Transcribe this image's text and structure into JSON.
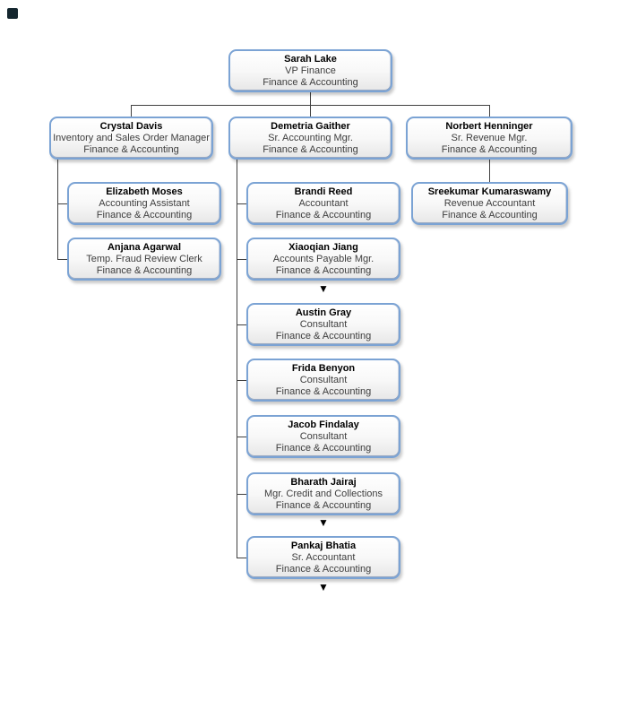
{
  "icons": {
    "collapsed_indicator": "▼",
    "corner_mark": "app-corner-mark"
  },
  "colors": {
    "background": "#ffffff",
    "node_border": "#7ba3d4",
    "node_fill_top": "#ffffff",
    "node_fill_bottom": "#e7e7e7",
    "connector_line": "#404040",
    "collapse_indicator": "#000000",
    "name_text": "#000000",
    "subtitle_text": "#3d3d3d",
    "corner_mark": "#14262e"
  },
  "nodes": {
    "sarah": {
      "name": "Sarah Lake",
      "title": "VP Finance",
      "department": "Finance & Accounting"
    },
    "crystal": {
      "name": "Crystal Davis",
      "title": "Inventory and Sales Order Manager",
      "department": "Finance & Accounting"
    },
    "demetria": {
      "name": "Demetria Gaither",
      "title": "Sr. Accounting Mgr.",
      "department": "Finance & Accounting"
    },
    "norbert": {
      "name": "Norbert Henninger",
      "title": "Sr. Revenue Mgr.",
      "department": "Finance & Accounting"
    },
    "elizabeth": {
      "name": "Elizabeth Moses",
      "title": "Accounting Assistant",
      "department": "Finance & Accounting"
    },
    "anjana": {
      "name": "Anjana Agarwal",
      "title": "Temp. Fraud Review Clerk",
      "department": "Finance & Accounting"
    },
    "brandi": {
      "name": "Brandi Reed",
      "title": "Accountant",
      "department": "Finance & Accounting"
    },
    "xiaoqian": {
      "name": "Xiaoqian Jiang",
      "title": "Accounts Payable Mgr.",
      "department": "Finance & Accounting"
    },
    "austin": {
      "name": "Austin Gray",
      "title": "Consultant",
      "department": "Finance & Accounting"
    },
    "frida": {
      "name": "Frida Benyon",
      "title": "Consultant",
      "department": "Finance & Accounting"
    },
    "jacob": {
      "name": "Jacob Findalay",
      "title": "Consultant",
      "department": "Finance & Accounting"
    },
    "bharath": {
      "name": "Bharath Jairaj",
      "title": "Mgr. Credit and Collections",
      "department": "Finance & Accounting"
    },
    "pankaj": {
      "name": "Pankaj Bhatia",
      "title": "Sr. Accountant",
      "department": "Finance & Accounting"
    },
    "sreekumar": {
      "name": "Sreekumar Kumaraswamy",
      "title": "Revenue Accountant",
      "department": "Finance & Accounting"
    }
  },
  "hierarchy": {
    "Sarah Lake": [
      "Crystal Davis",
      "Demetria Gaither",
      "Norbert Henninger"
    ],
    "Crystal Davis": [
      "Elizabeth Moses",
      "Anjana Agarwal"
    ],
    "Demetria Gaither": [
      "Brandi Reed",
      "Xiaoqian Jiang",
      "Austin Gray",
      "Frida Benyon",
      "Jacob Findalay",
      "Bharath Jairaj",
      "Pankaj Bhatia"
    ],
    "Norbert Henninger": [
      "Sreekumar Kumaraswamy"
    ],
    "nodes_with_collapsed_subordinates": [
      "Xiaoqian Jiang",
      "Bharath Jairaj",
      "Pankaj Bhatia"
    ]
  }
}
